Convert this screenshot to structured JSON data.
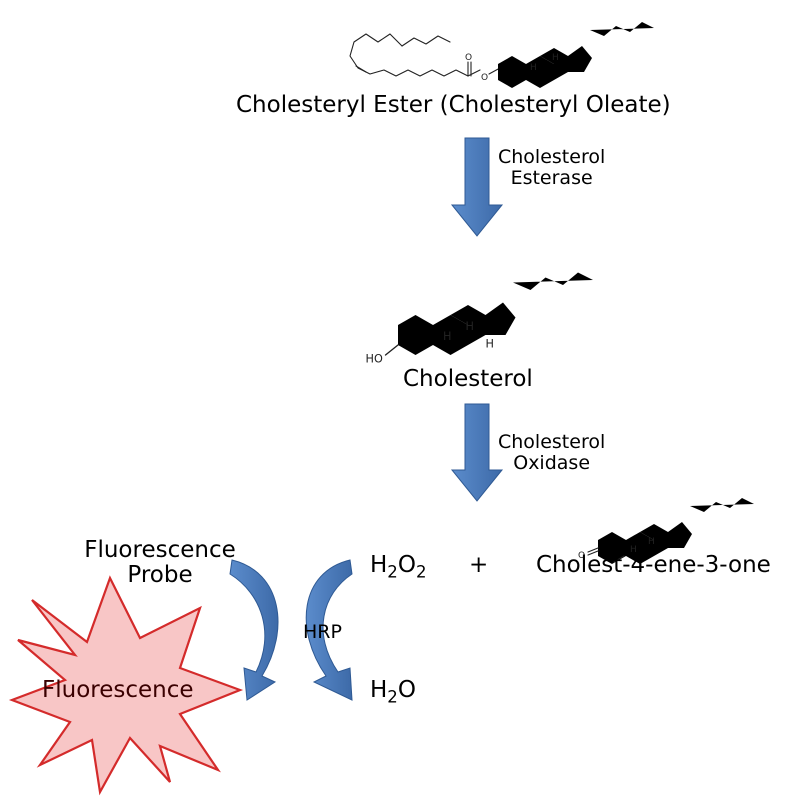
{
  "compounds": {
    "ester": "Cholesteryl Ester (Cholesteryl Oleate)",
    "cholesterol": "Cholesterol",
    "product": "Cholest-4-ene-3-one",
    "h2o2_main": "H",
    "h2o2_sub1": "2",
    "h2o2_mid": "O",
    "h2o2_sub2": "2",
    "h2o_main": "H",
    "h2o_sub": "2",
    "h2o_tail": "O",
    "plus": "+"
  },
  "enzymes": {
    "esterase_line1": "Cholesterol",
    "esterase_line2": "Esterase",
    "oxidase_line1": "Cholesterol",
    "oxidase_line2": "Oxidase",
    "hrp": "HRP"
  },
  "probe": {
    "line1": "Fluorescence",
    "line2": "Probe",
    "signal": "Fluorescence"
  },
  "atoms": {
    "hydroxyl": "HO",
    "ester_o": "O",
    "carbonyl_o": "O",
    "ketone_o": "O",
    "stereo_h": "H"
  },
  "colors": {
    "arrow_fill": "#4a7bbf",
    "arrow_edge": "#2f5a94",
    "star_fill": "#f8c6c6",
    "star_edge": "#d42b2b",
    "ink": "#222222"
  }
}
